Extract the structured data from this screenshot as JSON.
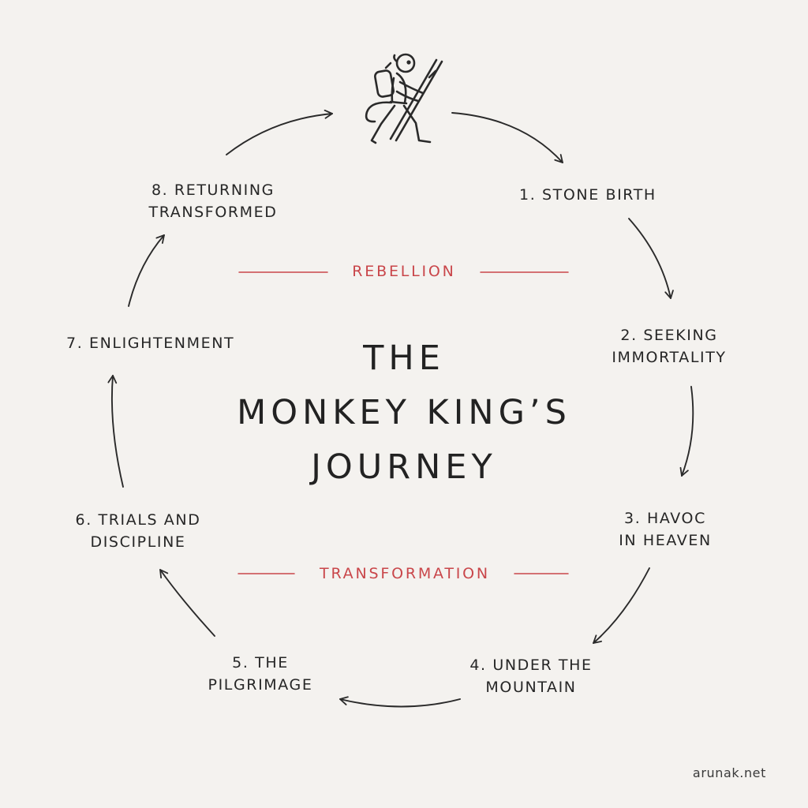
{
  "title": {
    "line1": "THE",
    "line2": "MONKEY KING’S",
    "line3": "JOURNEY"
  },
  "themes": {
    "top": "REBELLION",
    "bottom": "TRANSFORMATION",
    "accent_color": "#c9464a"
  },
  "stages": [
    {
      "line1": "1. STONE BIRTH",
      "line2": ""
    },
    {
      "line1": "2. SEEKING",
      "line2": "IMMORTALITY"
    },
    {
      "line1": "3. HAVOC",
      "line2": "IN HEAVEN"
    },
    {
      "line1": "4. UNDER THE",
      "line2": "MOUNTAIN"
    },
    {
      "line1": "5. THE",
      "line2": "PILGRIMAGE"
    },
    {
      "line1": "6. TRIALS AND",
      "line2": "DISCIPLINE"
    },
    {
      "line1": "7. ENLIGHTENMENT",
      "line2": ""
    },
    {
      "line1": "8. RETURNING",
      "line2": "TRANSFORMED"
    }
  ],
  "icon": "monkey-pilgrim-with-staff-icon",
  "credit": "arunak.net",
  "colors": {
    "background": "#f4f2ef",
    "ink": "#262626"
  }
}
